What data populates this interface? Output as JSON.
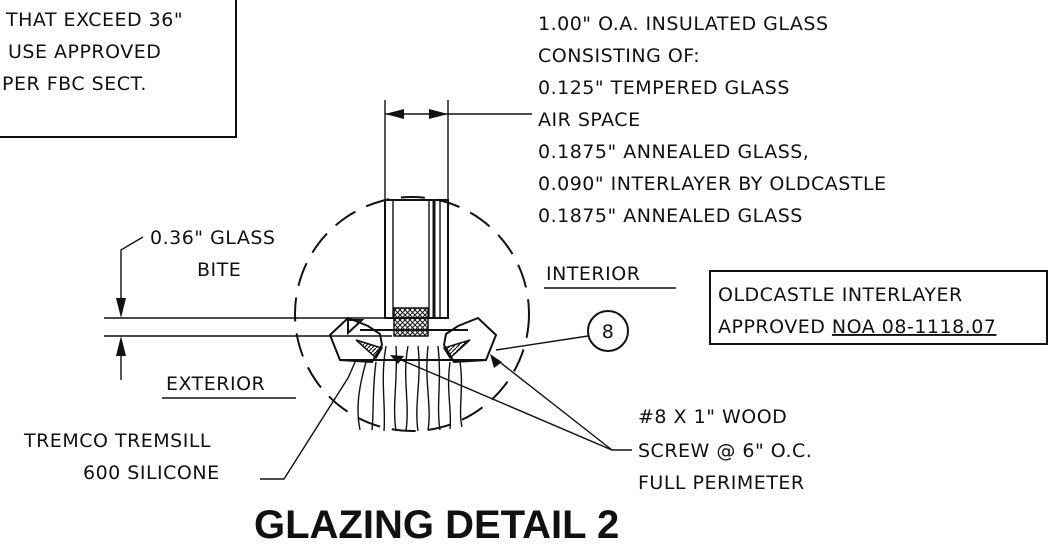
{
  "corner_note": {
    "line1": "THAT EXCEED 36\"",
    "line2": "USE APPROVED",
    "line3": "PER FBC SECT."
  },
  "glass_spec": {
    "line1": "1.00\" O.A. INSULATED GLASS",
    "line2": "CONSISTING OF:",
    "line3": "0.125\" TEMPERED GLASS",
    "line4": "AIR SPACE",
    "line5": "0.1875\" ANNEALED GLASS,",
    "line6": "0.090\" INTERLAYER BY OLDCASTLE",
    "line7": "0.1875\" ANNEALED GLASS"
  },
  "glass_bite": {
    "line1": "0.36\" GLASS",
    "line2": "BITE"
  },
  "interior_label": "INTERIOR",
  "exterior_label": "EXTERIOR",
  "callout_number": "8",
  "approval_box": {
    "line1": "OLDCASTLE INTERLAYER",
    "line2_prefix": "APPROVED ",
    "line2_noa": "NOA 08-1118.07"
  },
  "sealant": {
    "line1": "TREMCO  TREMSILL",
    "line2": "600 SILICONE"
  },
  "screw": {
    "line1": "#8 X 1\" WOOD",
    "line2": "SCREW @ 6\" O.C.",
    "line3": "FULL PERIMETER"
  },
  "title": "GLAZING DETAIL 2"
}
